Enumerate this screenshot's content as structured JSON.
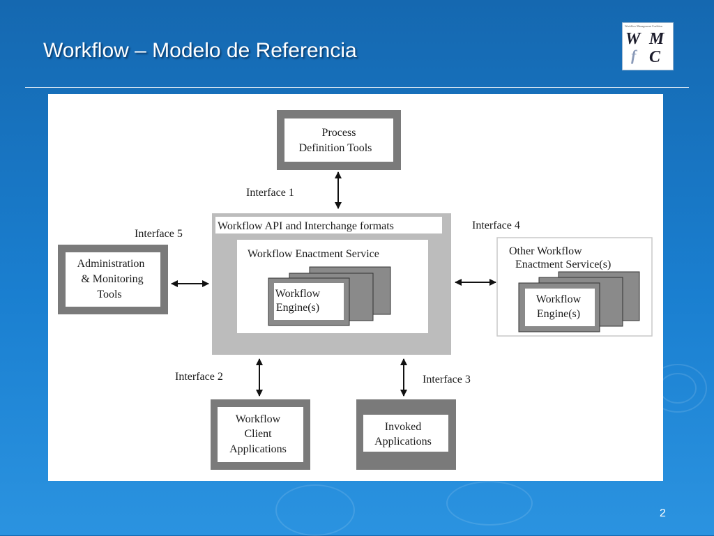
{
  "slide": {
    "title": "Workflow – Modelo de Referencia",
    "page_number": "2"
  },
  "logo": {
    "small_text": "Workflow Management Coalition",
    "letters": [
      "W",
      "f",
      "M",
      "C"
    ]
  },
  "diagram": {
    "process_definition": [
      "Process",
      "Definition Tools"
    ],
    "api_label": "Workflow API and Interchange formats",
    "enactment_service": "Workflow Enactment Service",
    "engine": [
      "Workflow",
      "Engine(s)"
    ],
    "other_service": [
      "Other Workflow",
      "Enactment Service(s)"
    ],
    "other_engine": [
      "Workflow",
      "Engine(s)"
    ],
    "admin_tools": [
      "Administration",
      "& Monitoring",
      "Tools"
    ],
    "client_apps": [
      "Workflow",
      "Client",
      "Applications"
    ],
    "invoked_apps": [
      "Invoked",
      "Applications"
    ],
    "interfaces": {
      "i1": "Interface 1",
      "i2": "Interface 2",
      "i3": "Interface 3",
      "i4": "Interface 4",
      "i5": "Interface 5"
    }
  }
}
